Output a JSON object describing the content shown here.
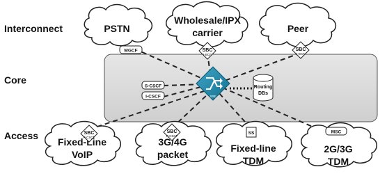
{
  "layers": {
    "interconnect": "Interconnect",
    "core": "Core",
    "access": "Access"
  },
  "clouds": {
    "pstn": "PSTN",
    "wholesale_line1": "Wholesale/IPX",
    "wholesale_line2": "carrier",
    "peer": "Peer",
    "fixed_voip_line1": "Fixed-Line",
    "fixed_voip_line2": "VoIP",
    "packet_line1": "3G/4G",
    "packet_line2": "packet",
    "fixed_tdm_line1": "Fixed-line",
    "fixed_tdm_line2": "TDM",
    "mobile_tdm_line1": "2G/3G",
    "mobile_tdm_line2": "TDM"
  },
  "nodes": {
    "mgcf": "MGCF",
    "sbc": "SBC",
    "sbc_sub": "I-BCF",
    "sbc_access_sub": "P-CSCF",
    "scscf": "S-CSCF",
    "icscf": "I-CSCF",
    "routing_line1": "Routing",
    "routing_line2": "DBs",
    "ss": "SS",
    "msc": "MSC",
    "sr_sub": "SRE"
  },
  "icons": {
    "core_router": "session-routing-engine-icon",
    "database": "database-cylinder-icon",
    "sbc": "sbc-diamond-icon"
  }
}
